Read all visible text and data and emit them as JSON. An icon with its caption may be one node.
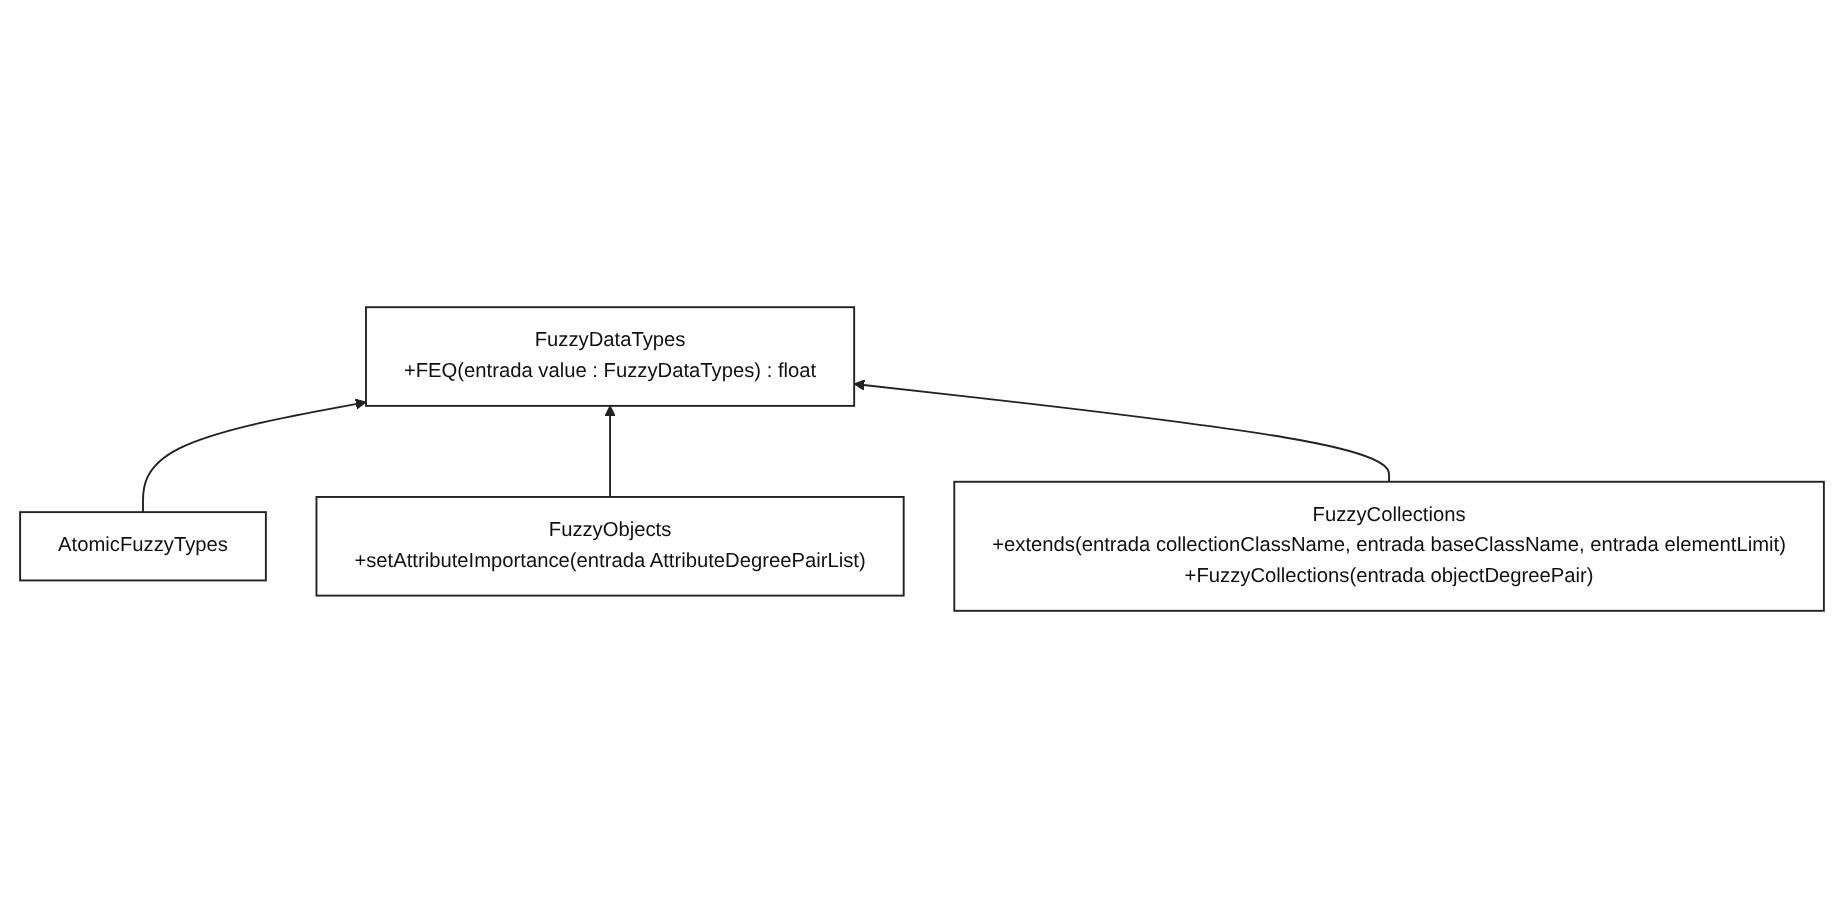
{
  "diagram": {
    "nodes": [
      {
        "text": [
          "AtomicFuzzyTypes"
        ]
      },
      {
        "text": [
          "FuzzyDataTypes",
          "+FEQ(entrada value : FuzzyDataTypes) : float"
        ]
      },
      {
        "text": [
          "FuzzyObjects",
          "+setAttributeImportance(entrada AttributeDegreePairList)"
        ]
      },
      {
        "text": [
          "FuzzyCollections",
          "+extends(entrada collectionClassName, entrada baseClassName, entrada elementLimit)",
          "+FuzzyCollections(entrada objectDegreePair)"
        ]
      }
    ],
    "edges": [
      {
        "from": 0,
        "to": 1,
        "arrow": "to"
      },
      {
        "from": 2,
        "to": 1,
        "arrow": "to"
      },
      {
        "from": 3,
        "to": 1,
        "arrow": "to"
      }
    ]
  }
}
